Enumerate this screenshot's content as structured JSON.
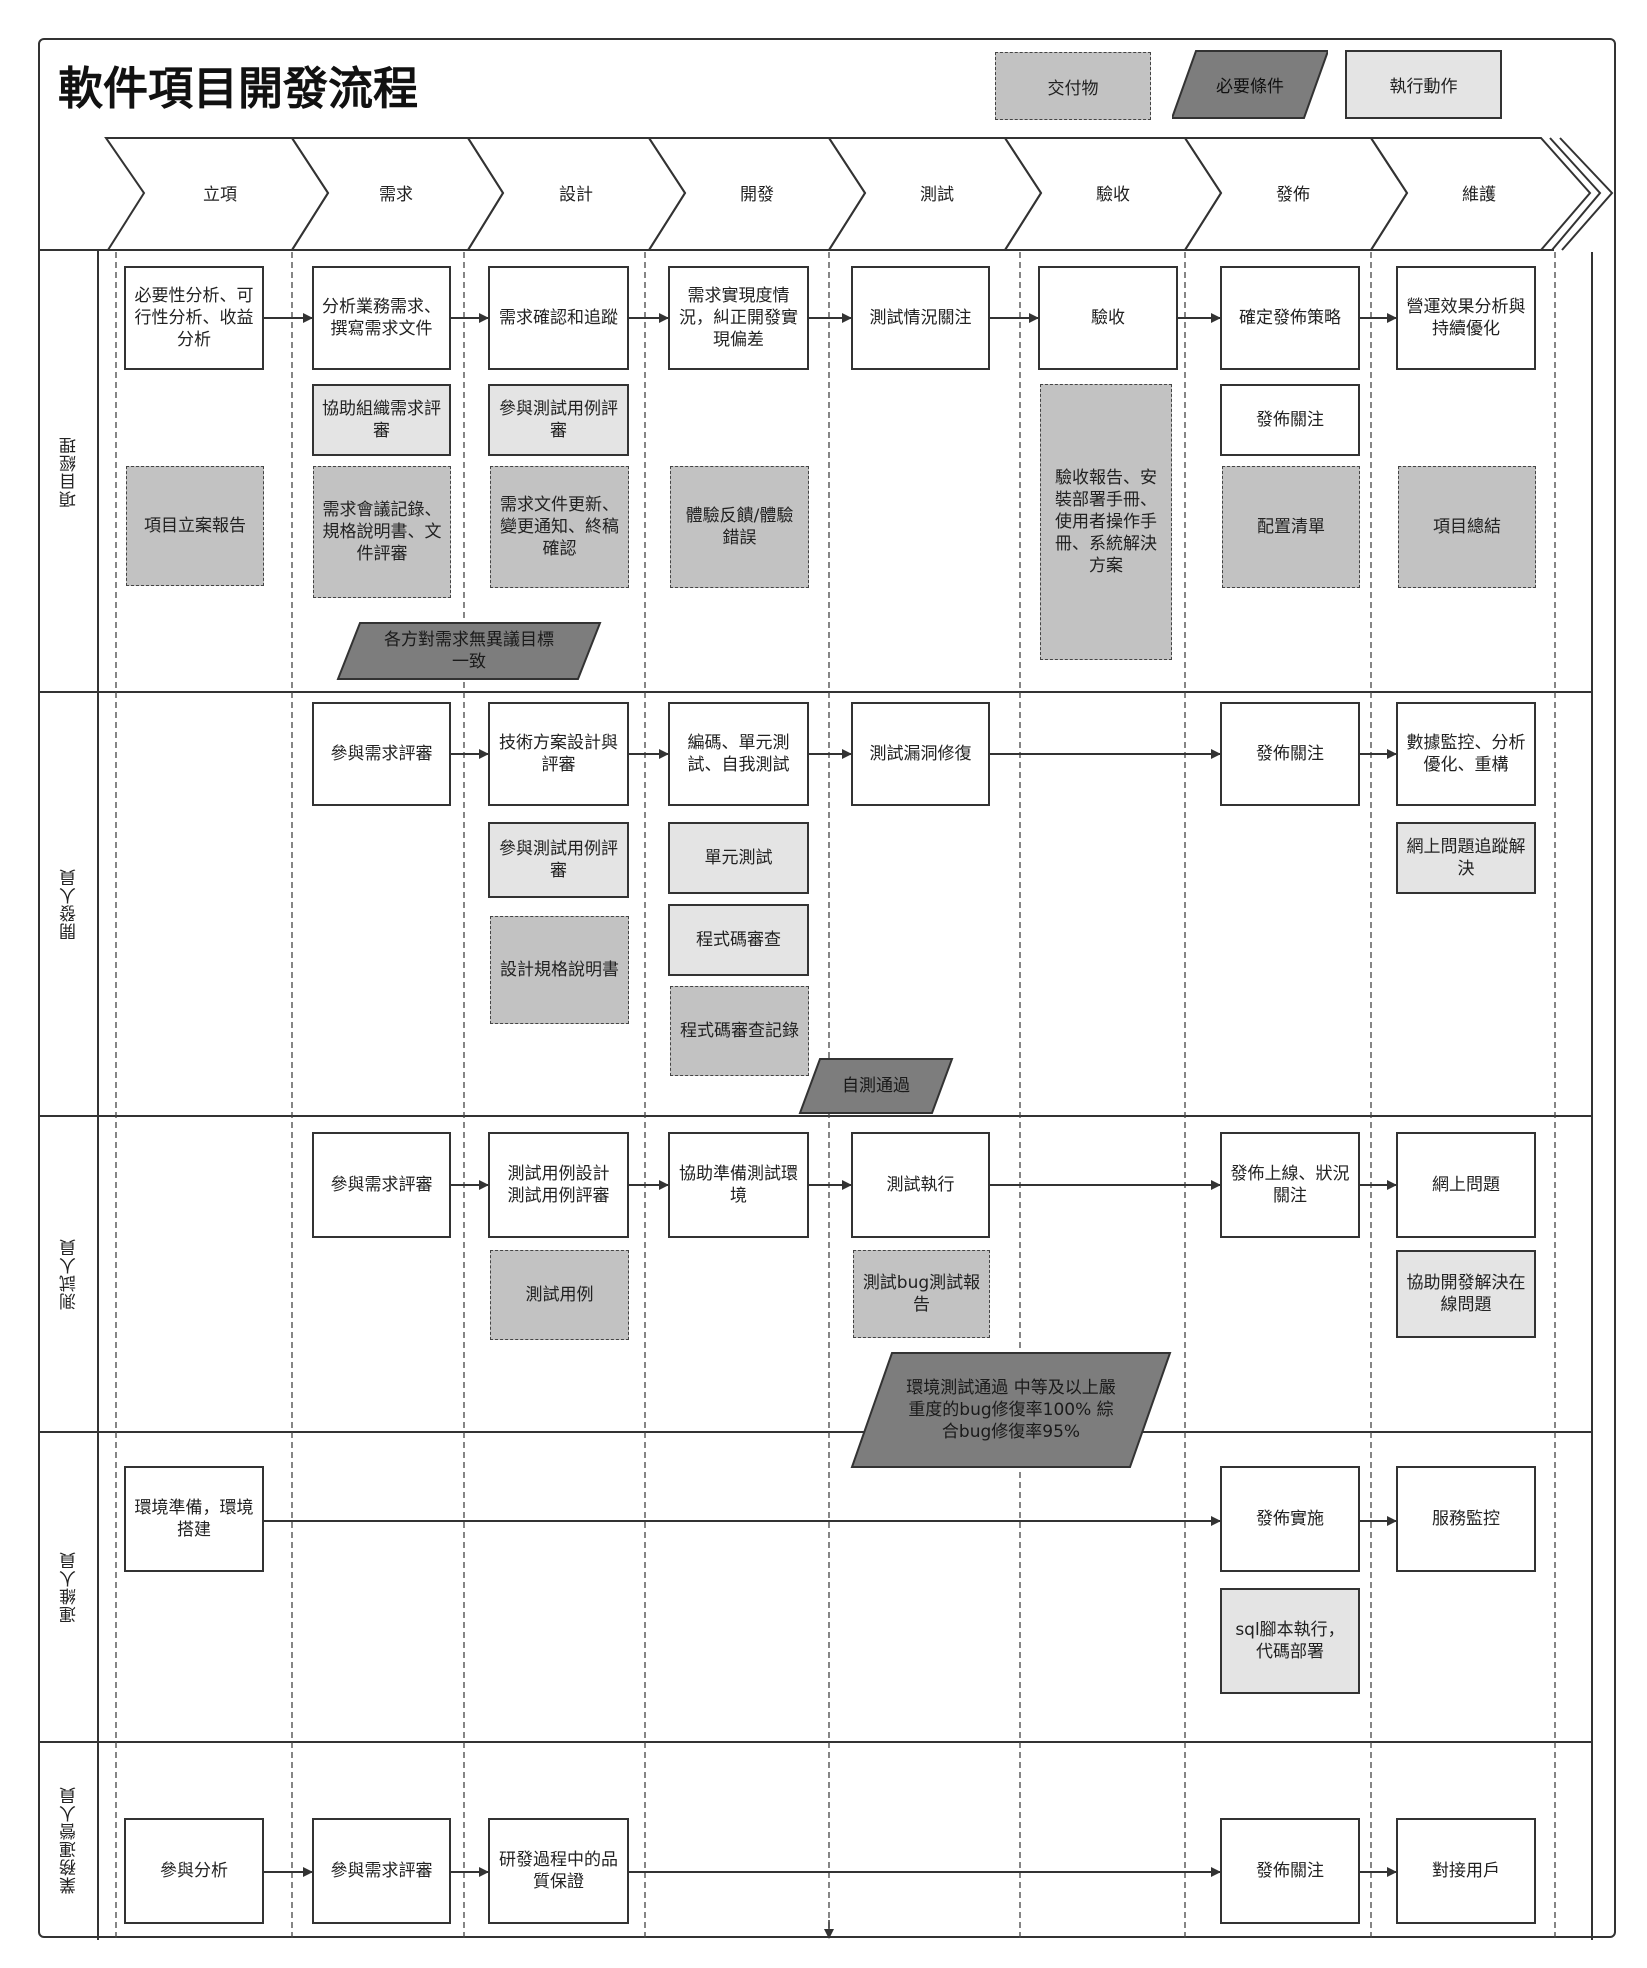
{
  "title": "軟件項目開發流程",
  "legend": {
    "deliverable": "交付物",
    "requirement": "必要條件",
    "action": "執行動作"
  },
  "colors": {
    "action_fill": "#ffffff",
    "sub_fill": "#e4e4e4",
    "deliverable_fill": "#c2c2c2",
    "requirement_fill": "#7d7d7d",
    "line": "#333333"
  },
  "phases": [
    "立項",
    "需求",
    "設計",
    "開發",
    "測試",
    "驗收",
    "發佈",
    "維護"
  ],
  "lanes": [
    "項目經理",
    "開發人員",
    "測試人員",
    "運維人員",
    "業務運營人員"
  ],
  "pm": {
    "initiation": "必要性分析、可行性分析、收益分析",
    "initiation_report": "項目立案報告",
    "req_analysis": "分析業務需求、撰寫需求文件",
    "req_review": "協助組織需求評審",
    "req_docs": "需求會議記錄、規格說明書、文件評審",
    "req_condition": "各方對需求無異議目標一致",
    "design_confirm": "需求確認和追蹤",
    "design_testcase": "參與測試用例評審",
    "design_docs": "需求文件更新、變更通知、終稿確認",
    "dev_track": "需求實現度情況，糾正開發實現偏差",
    "dev_feedback": "體驗反饋/體驗錯誤",
    "test_watch": "測試情況關注",
    "accept": "驗收",
    "accept_docs": "驗收報告、安裝部署手冊、使用者操作手冊、系統解決方案",
    "release_strategy": "確定發佈策略",
    "release_watch": "發佈關注",
    "release_config": "配置清單",
    "maint_analysis": "營運效果分析與持續優化",
    "maint_summary": "項目總結"
  },
  "dev": {
    "req_review": "參與需求評審",
    "design_tech": "技術方案設計與評審",
    "design_testcase": "參與測試用例評審",
    "design_spec": "設計規格說明書",
    "coding": "編碼、單元測試、自我測試",
    "unit_test": "單元測試",
    "code_review": "程式碼審查",
    "code_review_log": "程式碼審查記錄",
    "self_test_pass": "自測通過",
    "bug_fix": "測試漏洞修復",
    "release_watch": "發佈關注",
    "maint_monitor": "數據監控、分析優化、重構",
    "maint_online": "網上問題追蹤解決"
  },
  "qa": {
    "req_review": "參與需求評審",
    "design_case": "測試用例設計 測試用例評審",
    "test_case": "測試用例",
    "dev_env": "協助準備測試環境",
    "test_exec": "測試執行",
    "test_report": "測試bug測試報告",
    "test_condition": "環境測試通過 中等及以上嚴重度的bug修復率100% 綜合bug修復率95%",
    "release_watch": "發佈上線、狀況關注",
    "maint_online": "網上問題",
    "maint_assist": "協助開發解決在線問題"
  },
  "ops": {
    "env_prepare": "環境準備，環境搭建",
    "release_exec": "發佈實施",
    "release_sql": "sql腳本執行，代碼部署",
    "maint_monitor": "服務監控"
  },
  "biz": {
    "join_analysis": "參與分析",
    "req_review": "參與需求評審",
    "quality": "研發過程中的品質保證",
    "release_watch": "發佈關注",
    "maint_users": "對接用戶"
  }
}
